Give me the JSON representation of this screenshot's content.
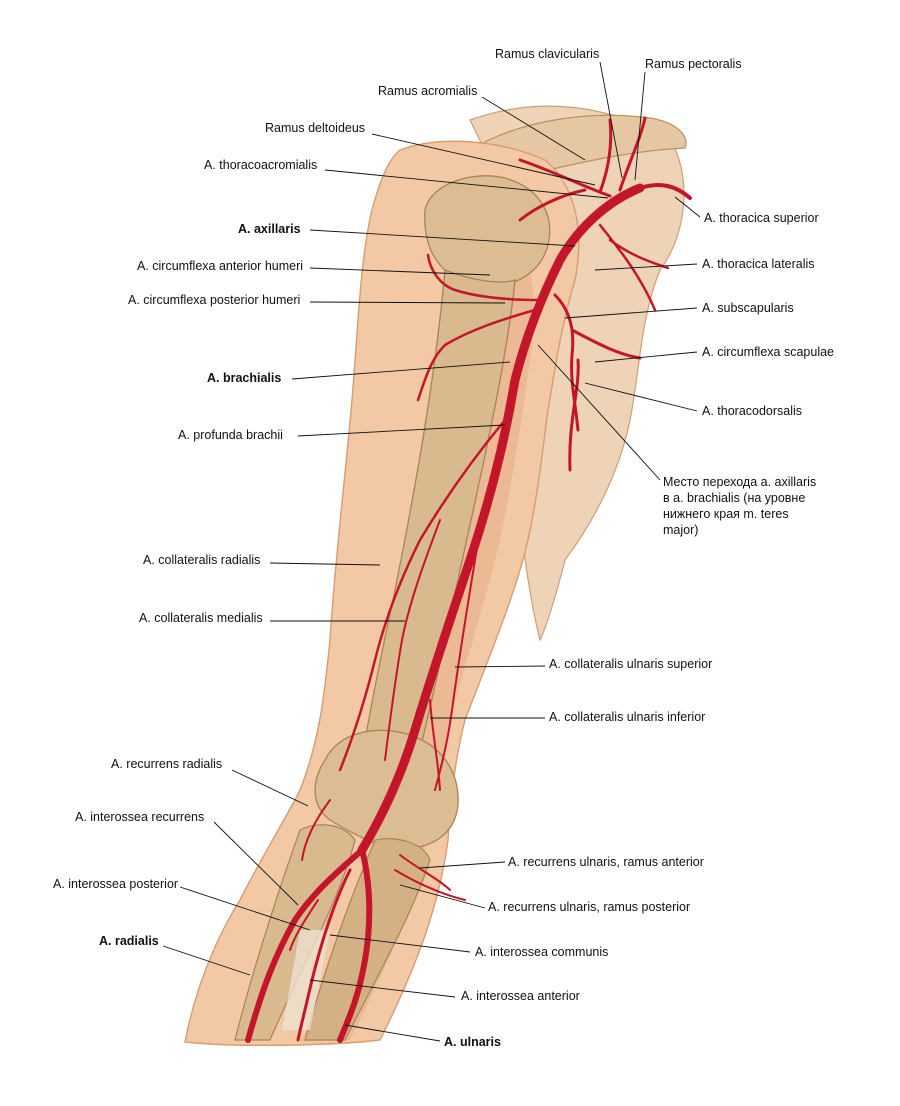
{
  "colors": {
    "artery": "#c4162a",
    "artery_light": "#e0434f",
    "skin": "#f2c9a4",
    "skin_shadow": "#e2a77e",
    "bone": "#d9b98e",
    "bone_shadow": "#b8915f",
    "text": "#111111"
  },
  "labels": {
    "ramus_clavicularis": "Ramus clavicularis",
    "ramus_pectoralis": "Ramus pectoralis",
    "ramus_acromialis": "Ramus acromialis",
    "ramus_deltoideus": "Ramus deltoideus",
    "a_thoracoacromialis": "A. thoracoacromialis",
    "a_thoracica_superior": "A. thoracica superior",
    "a_axillaris": "A. axillaris",
    "a_thoracica_lateralis": "A. thoracica lateralis",
    "a_circumflexa_anterior_humeri": "A. circumflexa anterior humeri",
    "a_circumflexa_posterior_humeri": "A. circumflexa posterior humeri",
    "a_subscapularis": "A. subscapularis",
    "a_circumflexa_scapulae": "A. circumflexa scapulae",
    "a_brachialis": "A. brachialis",
    "a_thoracodorsalis": "A. thoracodorsalis",
    "a_profunda_brachii": "A. profunda brachii",
    "transition_line1": "Место перехода a. axillaris",
    "transition_line2": "в a. brachialis (на уровне",
    "transition_line3": "нижнего края m. teres",
    "transition_line4": "major)",
    "a_collateralis_radialis": "A. collateralis radialis",
    "a_collateralis_medialis": "A. collateralis medialis",
    "a_collateralis_ulnaris_superior": "A. collateralis ulnaris superior",
    "a_collateralis_ulnaris_inferior": "A. collateralis ulnaris inferior",
    "a_recurrens_radialis": "A. recurrens radialis",
    "a_interossea_recurrens": "A. interossea recurrens",
    "a_recurrens_ulnaris_anterior": "A. recurrens ulnaris, ramus anterior",
    "a_interossea_posterior": "A. interossea posterior",
    "a_recurrens_ulnaris_posterior": "A. recurrens ulnaris, ramus posterior",
    "a_interossea_communis": "A. interossea communis",
    "a_radialis": "A. radialis",
    "a_interossea_anterior": "A. interossea anterior",
    "a_ulnaris": "A. ulnaris"
  }
}
